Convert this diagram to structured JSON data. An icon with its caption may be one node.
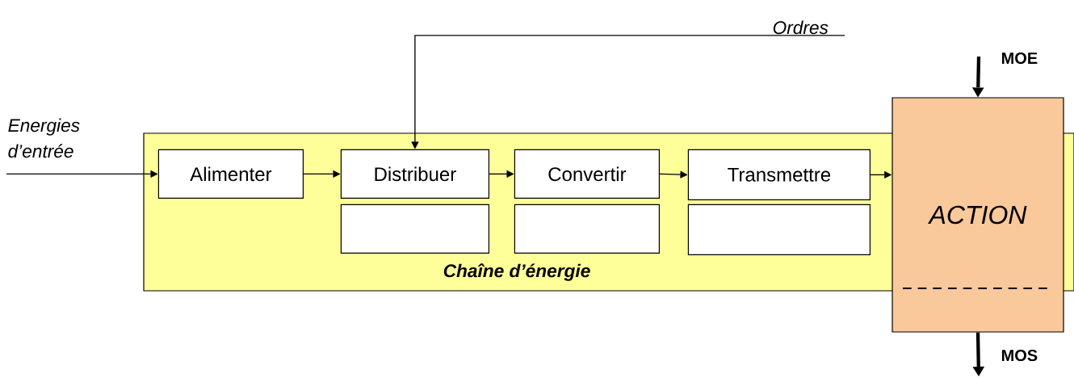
{
  "diagram": {
    "nodes": [
      {
        "text": [
          "Chaîne d’énergie"
        ]
      },
      {
        "text": [
          "Alimenter"
        ],
        "in": 0
      },
      {
        "text": [
          "Distribuer"
        ],
        "in": 0
      },
      {
        "text": [],
        "shape": "box",
        "in": 0
      },
      {
        "text": [
          "Convertir"
        ],
        "in": 0
      },
      {
        "text": [],
        "shape": "box",
        "in": 0
      },
      {
        "text": [
          "Transmettre"
        ],
        "in": 0
      },
      {
        "text": [],
        "shape": "box",
        "in": 0
      },
      {
        "text": [
          "ACTION"
        ]
      },
      {
        "text": [
          "Energies d’entrée"
        ]
      },
      {
        "text": [
          "Ordres"
        ]
      }
    ],
    "edges": [
      {
        "from": 9,
        "to": 1,
        "arrow": "to"
      },
      {
        "from": 1,
        "to": 2,
        "arrow": "to"
      },
      {
        "from": 2,
        "to": 4,
        "arrow": "to"
      },
      {
        "from": 4,
        "to": 6,
        "arrow": "to"
      },
      {
        "from": 6,
        "to": 8,
        "arrow": "to"
      },
      {
        "from": 10,
        "to": 2,
        "arrow": "to"
      },
      {
        "from": null,
        "to": 8,
        "arrow": "to",
        "label": "MOE",
        "style": "thick"
      },
      {
        "from": 8,
        "to": null,
        "arrow": "to",
        "label": "MOS",
        "style": "thick"
      }
    ]
  }
}
